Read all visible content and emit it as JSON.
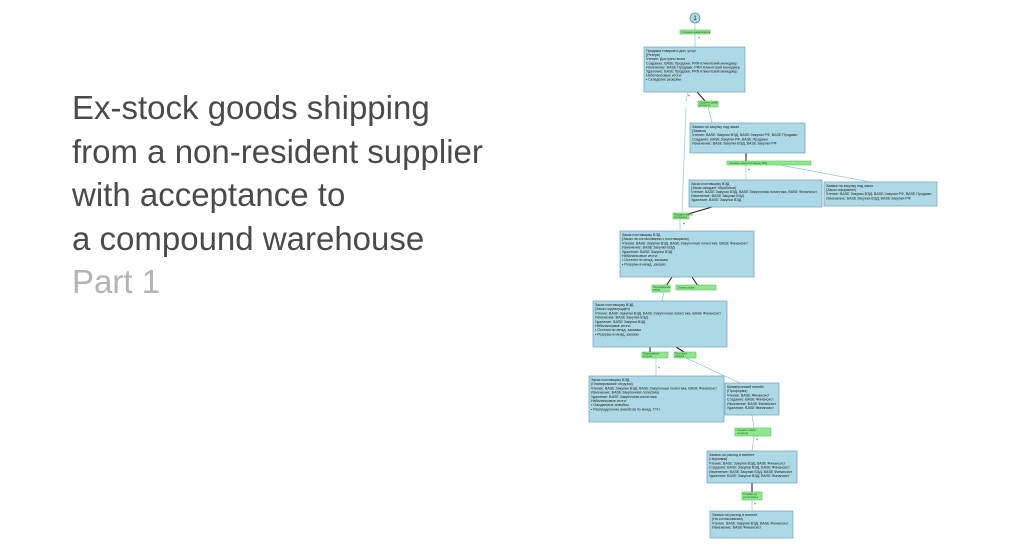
{
  "title": {
    "lines": [
      "Ex-stock goods shipping",
      "from a non-resident supplier",
      "with acceptance to",
      "a compound warehouse"
    ],
    "subtitle": "Part 1"
  },
  "diagram": {
    "start_label": "1",
    "nodes": [
      {
        "lines": [
          "Продажа товаров и доп. услуг",
          "(Резерв)",
          "",
          "Чтение: Доступно всем",
          "Создание: BASE Продажи, PRN Клиентский менеджер",
          "Изменение: BASE Продажи, PRN Клиентский менеджер",
          "Удаление: BASE Продажи, PRN Клиентский менеджер",
          "",
          "Небалансовые итоги:",
          "• Складские резервы"
        ]
      },
      {
        "lines": [
          "Заявка на закупку под заказ",
          "(Заявка)",
          "",
          "Чтение: BASE Закупки ВЭД, BASE Закупки РФ, BASE Продажи",
          "Создание: BASE Закупки РФ, BASE Продажи",
          "Изменение: BASE Закупки ВЭД, BASE Закупки РФ"
        ]
      },
      {
        "lines": [
          "Заказ поставщику ВЭД",
          "(Заказ ожидает обработки)",
          "",
          "Чтение: BASE Закупки ВЭД, BASE Закупочная логистика, BASE Финансист",
          "Изменение: BASE Закупки ВЭД",
          "Удаление: BASE Закупки ВЭД"
        ]
      },
      {
        "lines": [
          "Заявка на закупку под заказ",
          "(Заказ оформлен)",
          "",
          "Чтение: BASE Закупки ВЭД, BASE Закупки РФ, BASE Продажи",
          "Изменение: BASE Закупки ВЭД, BASE Закупки РФ"
        ]
      },
      {
        "lines": [
          "Заказ поставщику ВЭД",
          "(Заказ на согласовании с поставщиком)",
          "",
          "Чтение: BASE Закупки ВЭД, BASE Закупочная логистика, BASE Финансист",
          "Изменение: BASE Закупки ВЭД",
          "Удаление: BASE Закупки ВЭД",
          "",
          "Небалансовые итоги:",
          "• Остатки по межд. заказам",
          "• Резервы в межд. заказах"
        ]
      },
      {
        "lines": [
          "Заказ поставщику ВЭД",
          "(Заказ подтверждён)",
          "",
          "Чтение: BASE Закупки ВЭД, BASE Закупочная логистика, BASE Финансист",
          "Изменение: BASE Закупки ВЭД",
          "Удаление: BASE Закупки ВЭД",
          "",
          "Небалансовые итоги:",
          "• Остатки по межд. заказам",
          "• Резервы в межд. заказах"
        ]
      },
      {
        "lines": [
          "Заказ поставщику ВЭД",
          "(Планирование отгрузок)",
          "",
          "Чтение: BASE Закупки ВЭД, BASE Закупочная логистика, BASE Финансист",
          "Изменение: BASE Закупочная логистика",
          "Удаление: BASE Закупочная логистика",
          "",
          "Небалансовые итоги:",
          "• Ожидаемые инвойсы",
          "• Распределение инвойсов по межд. ТТН"
        ]
      },
      {
        "lines": [
          "Коммерческий инвойс",
          "(Проформа)",
          "",
          "Чтение: BASE Финансист",
          "Создание: BASE Финансист",
          "Изменение: BASE Финансист",
          "Удаление: BASE Финансист"
        ]
      },
      {
        "lines": [
          "Заявка на расход в валюте",
          "(Черновик)",
          "",
          "Чтение: BASE Закупки ВЭД, BASE Финансист",
          "Создание: BASE Закупки ВЭД, BASE Финансист",
          "Изменение: BASE Закупки ВЭД, BASE Финансист",
          "Удаление: BASE Закупки ВЭД, BASE Финансист"
        ]
      },
      {
        "lines": [
          "Заявка на расход в валюте",
          "(На согласовании)",
          "",
          "Чтение: BASE Закупки ВЭД, BASE Финансист",
          "Изменение: BASE Финансист"
        ]
      }
    ],
    "transitions": [
      {
        "lines": [
          "Создание заказа клиента"
        ]
      },
      {
        "lines": [
          "Создание заявки",
          "на закупку"
        ]
      },
      {
        "lines": [
          "Создание заказа поставщику ВЭД"
        ]
      },
      {
        "lines": [
          "Передача заказа",
          "поставщику"
        ]
      },
      {
        "lines": [
          "Подтверждение",
          "заказа"
        ]
      },
      {
        "lines": [
          "Отмена заказа"
        ]
      },
      {
        "lines": [
          "Планирование",
          "отгрузки"
        ]
      },
      {
        "lines": [
          "Получение",
          "инвойса"
        ]
      },
      {
        "lines": [
          "Создание заявки",
          "на расход"
        ]
      },
      {
        "lines": [
          "Отправка на",
          "согласование"
        ]
      }
    ]
  }
}
